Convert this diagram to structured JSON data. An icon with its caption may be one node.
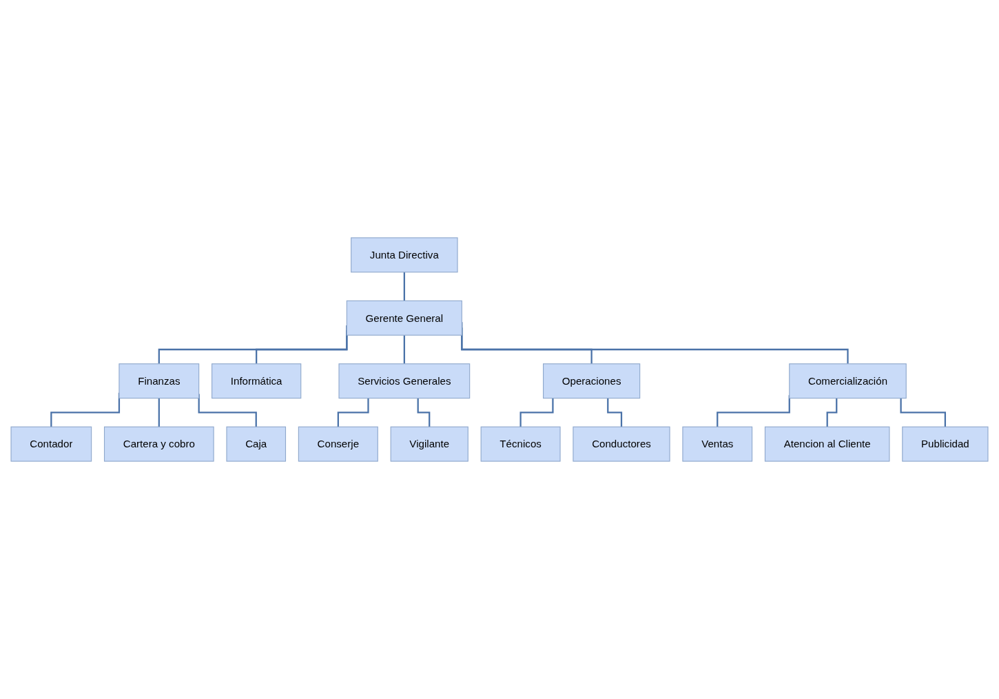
{
  "diagram": {
    "nodes": [
      {
        "text": [
          "Junta Directiva"
        ]
      },
      {
        "text": [
          "Gerente General"
        ]
      },
      {
        "text": [
          "Finanzas"
        ]
      },
      {
        "text": [
          "Informática"
        ]
      },
      {
        "text": [
          "Servicios Generales"
        ]
      },
      {
        "text": [
          "Operaciones"
        ]
      },
      {
        "text": [
          "Comercialización"
        ]
      },
      {
        "text": [
          "Contador"
        ]
      },
      {
        "text": [
          "Cartera y cobro"
        ]
      },
      {
        "text": [
          "Caja"
        ]
      },
      {
        "text": [
          "Conserje"
        ]
      },
      {
        "text": [
          "Vigilante"
        ]
      },
      {
        "text": [
          "Técnicos"
        ]
      },
      {
        "text": [
          "Conductores"
        ]
      },
      {
        "text": [
          "Ventas"
        ]
      },
      {
        "text": [
          "Atencion al Cliente"
        ]
      },
      {
        "text": [
          "Publicidad"
        ]
      }
    ],
    "edges": [
      {
        "from": 0,
        "to": 1,
        "arrow": "none"
      },
      {
        "from": 1,
        "to": 2,
        "arrow": "none"
      },
      {
        "from": 1,
        "to": 3,
        "arrow": "none"
      },
      {
        "from": 1,
        "to": 4,
        "arrow": "none"
      },
      {
        "from": 1,
        "to": 5,
        "arrow": "none"
      },
      {
        "from": 1,
        "to": 6,
        "arrow": "none"
      },
      {
        "from": 2,
        "to": 7,
        "arrow": "none"
      },
      {
        "from": 2,
        "to": 8,
        "arrow": "none"
      },
      {
        "from": 2,
        "to": 9,
        "arrow": "none"
      },
      {
        "from": 4,
        "to": 10,
        "arrow": "none"
      },
      {
        "from": 4,
        "to": 11,
        "arrow": "none"
      },
      {
        "from": 5,
        "to": 12,
        "arrow": "none"
      },
      {
        "from": 5,
        "to": 13,
        "arrow": "none"
      },
      {
        "from": 6,
        "to": 14,
        "arrow": "none"
      },
      {
        "from": 6,
        "to": 15,
        "arrow": "none"
      },
      {
        "from": 6,
        "to": 16,
        "arrow": "none"
      }
    ]
  }
}
